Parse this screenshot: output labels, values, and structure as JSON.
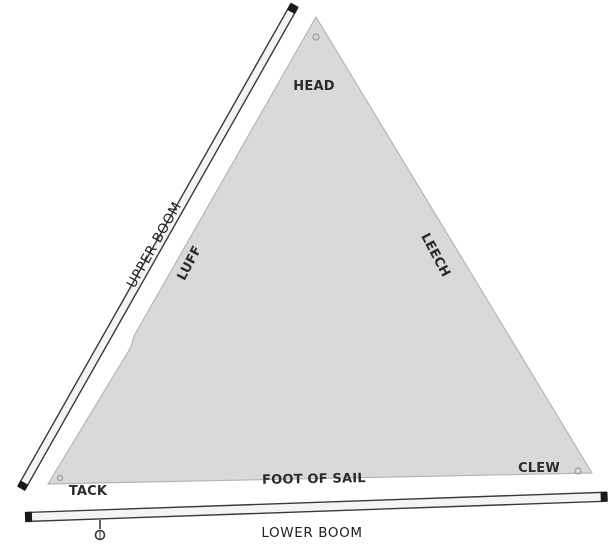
{
  "labels": {
    "head": "HEAD",
    "luff": "LUFF",
    "leech": "LEECH",
    "tack": "TACK",
    "clew": "CLEW",
    "foot": "FOOT OF SAIL",
    "upper_boom": "UPPER BOOM",
    "lower_boom": "LOWER BOOM"
  },
  "colors": {
    "sail_fill": "#d9d9d9",
    "sail_outline": "#b5b5b5",
    "boom_fill": "#f4f4f4",
    "boom_outline": "#3a3a3a",
    "boom_end_cap": "#1a1a1a",
    "text": "#2b2b2b"
  },
  "icons": {
    "head_ring": "ring-icon",
    "clew_ring": "ring-icon",
    "tack_ring": "ring-icon",
    "lower_boom_hook": "eye-hook-icon"
  }
}
